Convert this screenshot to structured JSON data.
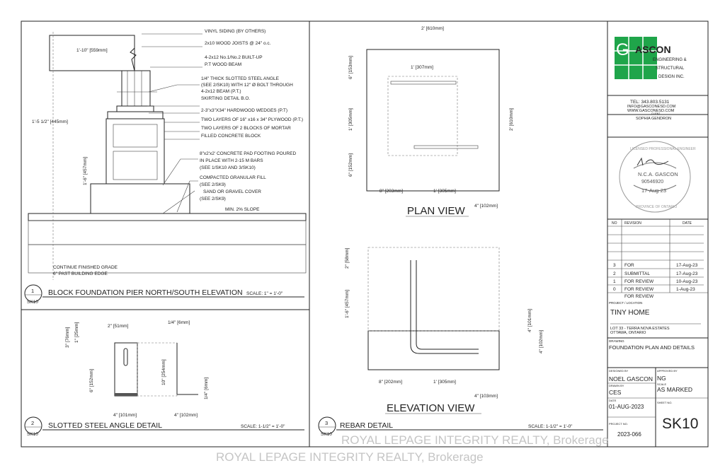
{
  "detail1": {
    "num": "1",
    "sheet": "SK10",
    "title": "BLOCK FOUNDATION PIER NORTH/SOUTH ELEVATION",
    "scale": "SCALE: 1\" = 1'-0\"",
    "dims": [
      "1'-10\" [559mm]",
      "1'-5 1/2\" [445mm]",
      "1'-6\" [457mm]"
    ],
    "notes": [
      "VINYL SIDING (BY OTHERS)",
      "2x10 WOOD JOISTS @ 24\" o.c.",
      "4-2x12 No.1/No.2 BUILT-UP",
      "P.T WOOD BEAM",
      "1/4\" THICK SLOTTED STEEL ANGLE",
      "(SEE 2/SK10) WITH 12\" Ø BOLT THROUGH",
      "4-2x12 BEAM (P.T.)",
      "SKIRTING DETAIL B.O.",
      "2-3\"x3\"X34\" HARDWOOD WEDGES (P.T)",
      "TWO LAYERS OF 16\" x16 x 34\" PLYWOOD (P.T.)",
      "TWO LAYERS OF 2 BLOCKS OF MORTAR",
      "FILLED CONCRETE BLOCK",
      "8\"x2'x2' CONCRETE PAD FOOTING POURED",
      "IN PLACE WITH 2-15 M BARS",
      "(SEE 1/SK10 AND 3/SK10)",
      "COMPACTED GRANULAR FILL",
      "(SEE 2/SK9)",
      "SAND OR GRAVEL COVER",
      "(SEE 2/SK9)",
      "MIN. 2% SLOPE",
      "CONTINUE FINISHED GRADE",
      "6\" PAST BUILDING EDGE"
    ]
  },
  "detail2": {
    "num": "2",
    "sheet": "SK10",
    "title": "SLOTTED STEEL ANGLE DETAIL",
    "scale": "SCALE: 1-1/2\" = 1'-0\"",
    "dims": [
      "2\" [51mm]",
      "1/4\" [6mm]",
      "3\" [76mm]",
      "1\" [25mm]",
      "6\" [152mm]",
      "10\" [254mm]",
      "4\" [101mm]",
      "4\" [102mm]",
      "1/4\" [6mm]"
    ]
  },
  "detail3": {
    "num": "3",
    "sheet": "SK10",
    "title": "REBAR DETAIL",
    "scale": "SCALE: 1-1/2\" = 1'-0\""
  },
  "plan": {
    "title": "PLAN VIEW",
    "dims": [
      "2' [610mm]",
      "1' [307mm]",
      "6\" [153mm]",
      "1' [305mm]",
      "6\" [152mm]",
      "2' [610mm]",
      "8\" [203mm]",
      "1' [305mm]",
      "4\" [102mm]"
    ]
  },
  "elevation": {
    "title": "ELEVATION VIEW",
    "dims": [
      "2\" [58mm]",
      "1'-6\" [457mm]",
      "4\" [101mm]",
      "4\" [102mm]",
      "8\" [202mm]",
      "1' [305mm]",
      "4\" [103mm]"
    ]
  },
  "titleblock": {
    "logo_letter": "G",
    "logo_name": "ASCON",
    "logo_lines": [
      "ENGINEERING &",
      "STRUCTURAL",
      "DESIGN INC."
    ],
    "tel": "TEL: 343.803.5131",
    "email": "INFO@GASCONESD.COM",
    "web": "WWW.GASCONESD.COM",
    "client_label": "CLIENT",
    "client": "SOPHIA GENDRON",
    "stamp": {
      "arc_top": "LICENSED PROFESSIONAL ENGINEER",
      "name": "N.C.A. GASCON",
      "number": "90546920",
      "date": "17-Aug-23",
      "arc_bottom": "PROVINCE OF ONTARIO"
    },
    "rev_headers": [
      "NO",
      "REVISION",
      "DATE"
    ],
    "revisions": [
      {
        "no": "3",
        "text": "FOR",
        "date": "17-Aug-23"
      },
      {
        "no": "2",
        "text": "SUBMITTAL",
        "date": "17-Aug-23"
      },
      {
        "no": "1",
        "text": "FOR    REVIEW",
        "date": "10-Aug-23"
      },
      {
        "no": "0",
        "text": "FOR    REVIEW",
        "date": "1-Aug-23"
      }
    ],
    "rev_overflow": "FOR REVIEW",
    "project_label": "PROJECT / LOCATION",
    "project": "TINY HOME",
    "location1": "LOT 33 - TERRA NOVA ESTATES",
    "location2": "OTTAWA, ONTARIO",
    "drawing_label": "DRAWING",
    "drawing": "FOUNDATION PLAN AND DETAILS",
    "designed_label": "DESIGNED BY",
    "designed": "NOEL GASCON",
    "approved_label": "APPROVED BY",
    "approved": "NG",
    "drawn_label": "DRAWN BY",
    "drawn": "CES",
    "scale_label": "SCALE",
    "scale": "AS MARKED",
    "date_label": "DATE",
    "date": "01-AUG-2023",
    "sheet_label": "SHEET NO.",
    "sheet": "SK10",
    "projno_label": "PROJECT NO.",
    "projno": "2023-066"
  },
  "watermark": "ROYAL LEPAGE INTEGRITY REALTY, Brokerage",
  "colors": {
    "brand_green": "#1fa54a"
  }
}
